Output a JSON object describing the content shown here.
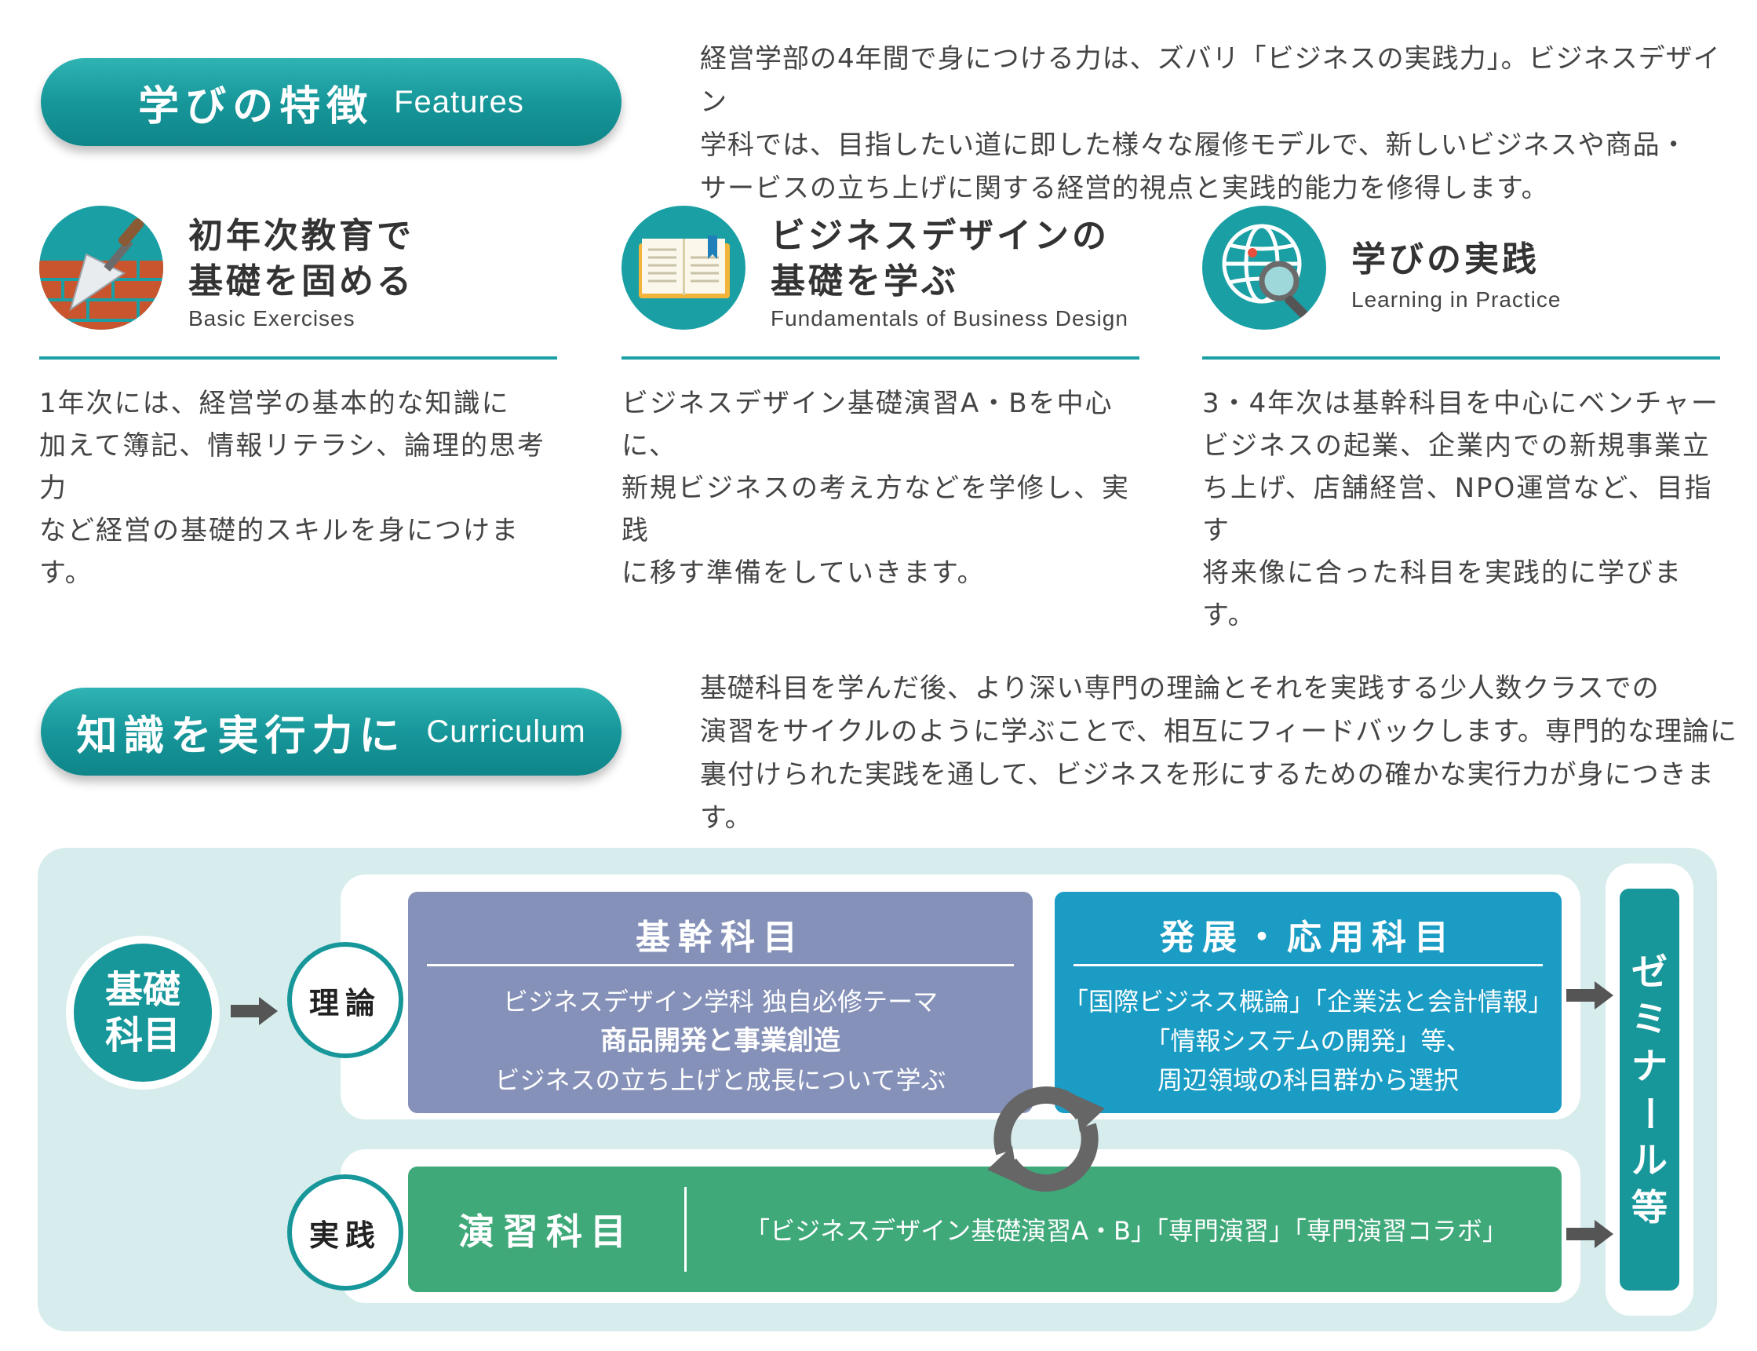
{
  "features": {
    "heading_jp": "学びの特徴",
    "heading_en": "Features",
    "intro": [
      "経営学部の4年間で身につける力は、ズバリ「ビジネスの実践力」。ビジネスデザイン",
      "学科では、目指したい道に即した様々な履修モデルで、新しいビジネスや商品・",
      "サービスの立ち上げに関する経営的視点と実践的能力を修得します。"
    ],
    "items": [
      {
        "icon": "trowel-brick-icon",
        "title_lines": [
          "初年次教育で",
          "基礎を固める"
        ],
        "subtitle": "Basic Exercises",
        "body": [
          "1年次には、経営学の基本的な知識に",
          "加えて簿記、情報リテラシ、論理的思考力",
          "など経営の基礎的スキルを身につけます。"
        ]
      },
      {
        "icon": "open-book-icon",
        "title_lines": [
          "ビジネスデザインの",
          "基礎を学ぶ"
        ],
        "subtitle": "Fundamentals of Business Design",
        "body": [
          "ビジネスデザイン基礎演習A・Bを中心に、",
          "新規ビジネスの考え方などを学修し、実践",
          "に移す準備をしていきます。"
        ]
      },
      {
        "icon": "globe-magnifier-icon",
        "title_lines": [
          "学びの実践"
        ],
        "subtitle": "Learning in Practice",
        "body": [
          "3・4年次は基幹科目を中心にベンチャー",
          "ビジネスの起業、企業内での新規事業立",
          "ち上げ、店舗経営、NPO運営など、目指す",
          "将来像に合った科目を実践的に学びます。"
        ]
      }
    ]
  },
  "curriculum": {
    "heading_jp": "知識を実行力に",
    "heading_en": "Curriculum",
    "intro": [
      "基礎科目を学んだ後、より深い専門の理論とそれを実践する少人数クラスでの",
      "演習をサイクルのように学ぶことで、相互にフィードバックします。専門的な理論に",
      "裏付けられた実践を通して、ビジネスを形にするための確かな実行力が身につきます。"
    ],
    "kiso_lines": [
      "基礎",
      "科目"
    ],
    "riron": "理論",
    "jissen": "実践",
    "kikan": {
      "title": "基幹科目",
      "line1": "ビジネスデザイン学科 独自必修テーマ",
      "line2": "商品開発と事業創造",
      "line3": "ビジネスの立ち上げと成長について学ぶ"
    },
    "hatten": {
      "title": "発展・応用科目",
      "line1": "「国際ビジネス概論」「企業法と会計情報」",
      "line2": "「情報システムの開発」等、",
      "line3": "周辺領域の科目群から選択"
    },
    "enshu": {
      "title": "演習科目",
      "text": "「ビジネスデザイン基礎演習A・B」「専門演習」「専門演習コラボ」"
    },
    "seminar_chars": [
      "ゼ",
      "ミ",
      "ナ",
      "ー",
      "ル",
      "等"
    ],
    "colors": {
      "teal": "#17979a",
      "kikan": "#8591b8",
      "hatten": "#1a9cc4",
      "enshu": "#3fa97a",
      "bg": "#d7ecec"
    }
  }
}
